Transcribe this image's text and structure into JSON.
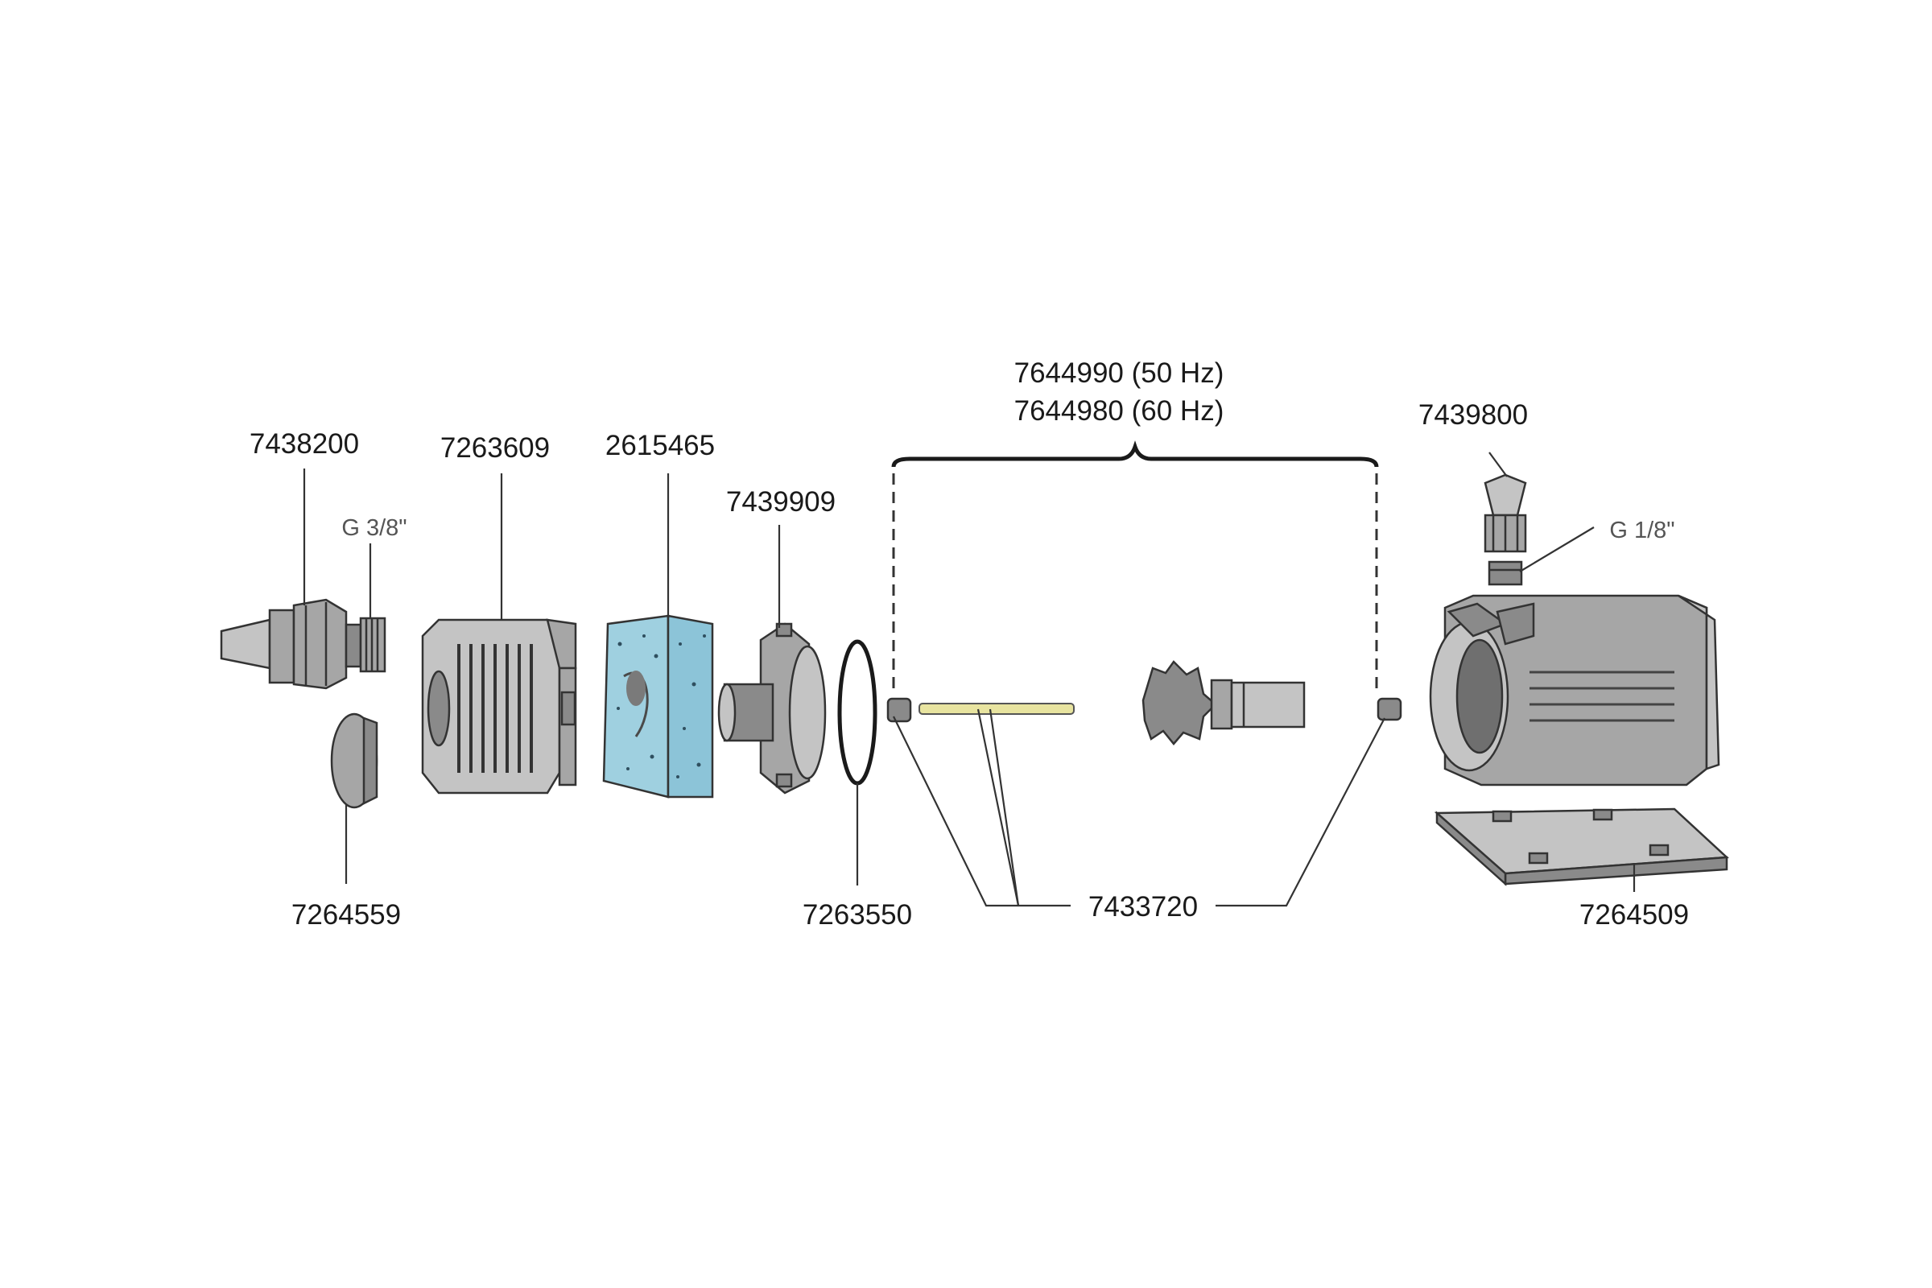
{
  "parts": {
    "outlet_connector": "7438200",
    "thread_outlet": "G 3/8\"",
    "cap": "7264559",
    "filter_housing": "7263609",
    "filter_sponge": "2615465",
    "pump_cover": "7439909",
    "o_ring": "7263550",
    "impeller_50hz": "7644990 (50 Hz)",
    "impeller_60hz": "7644980 (60 Hz)",
    "bearing_shaft_set": "7433720",
    "air_nozzle": "7439800",
    "thread_air": "G 1/8\"",
    "base_plate": "7264509"
  },
  "colors": {
    "sponge": "#9fd0e0",
    "shaft": "#e8e4a0",
    "plastic": "#a6a6a6"
  }
}
